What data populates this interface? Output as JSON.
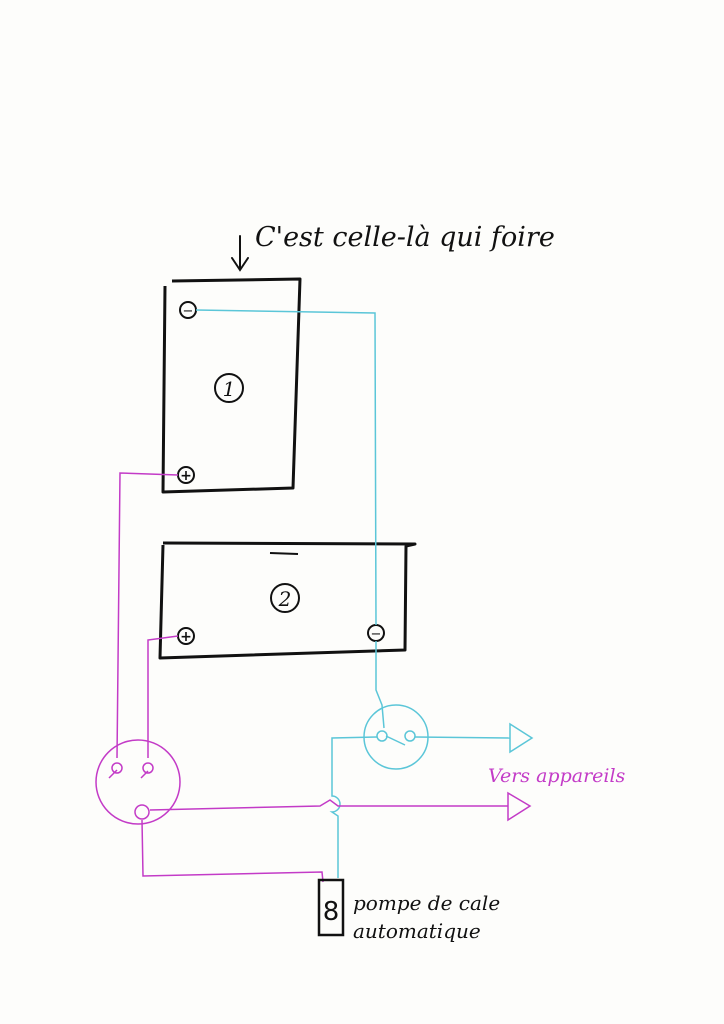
{
  "annotation": {
    "text": "C'est celle-là qui foire"
  },
  "batteries": [
    {
      "number": "1",
      "negative_symbol": "−",
      "positive_symbol": "+"
    },
    {
      "number": "2",
      "negative_symbol": "−",
      "positive_symbol": "+"
    }
  ],
  "switches": {
    "negative": {
      "color": "#5bc6d8"
    },
    "positive": {
      "color": "#c33bc7"
    }
  },
  "outputs": {
    "appliances_label": "Vers appareils"
  },
  "pump": {
    "symbol": "8",
    "label_line1": "pompe de cale",
    "label_line2": "automatique"
  },
  "colors": {
    "ink": "#111111",
    "negative_wire": "#5bc6d8",
    "positive_wire": "#c33bc7",
    "paper": "#fdfdfb"
  }
}
